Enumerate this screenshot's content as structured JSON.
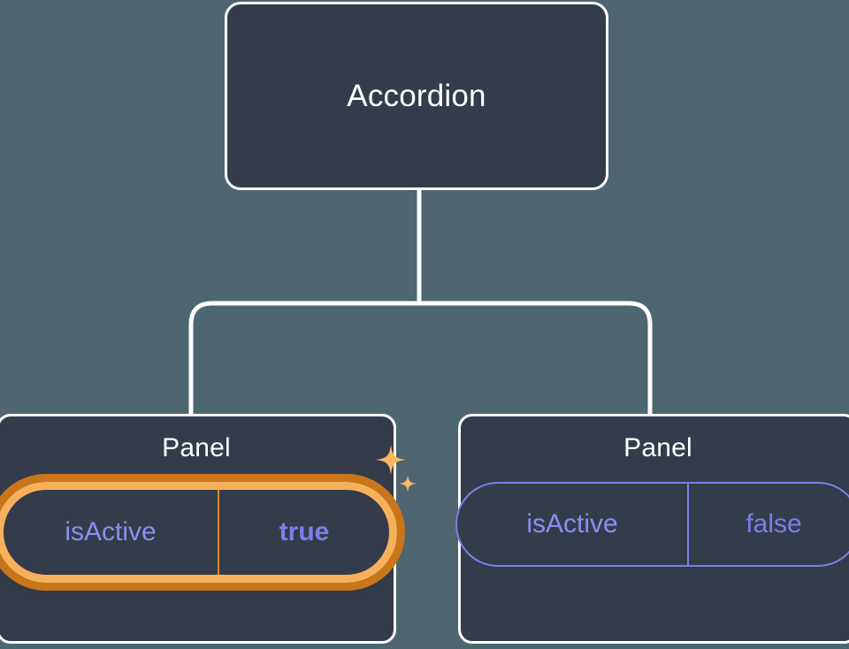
{
  "diagram": {
    "type": "component-tree",
    "background_color": "#4d6670",
    "card_fill_color": "#343c4b",
    "card_border_color": "#ffffff",
    "connector_color": "#ffffff",
    "accent_periwinkle": "#7b7fe8",
    "highlight_outer_color": "#c9761a",
    "highlight_inner_color": "#f7b15c",
    "sparkle_color": "#fbb861"
  },
  "root": {
    "title": "Accordion"
  },
  "children": [
    {
      "title": "Panel",
      "highlighted": true,
      "badge": {
        "key": "isActive",
        "value": "true",
        "value_bold": true,
        "border_style": "highlight-ring"
      },
      "sparkle": {
        "icon_name": "sparkles-icon",
        "visible": true
      }
    },
    {
      "title": "Panel",
      "highlighted": false,
      "badge": {
        "key": "isActive",
        "value": "false",
        "value_bold": false,
        "border_style": "thin-periwinkle"
      },
      "sparkle": {
        "icon_name": "sparkles-icon",
        "visible": false
      }
    }
  ]
}
